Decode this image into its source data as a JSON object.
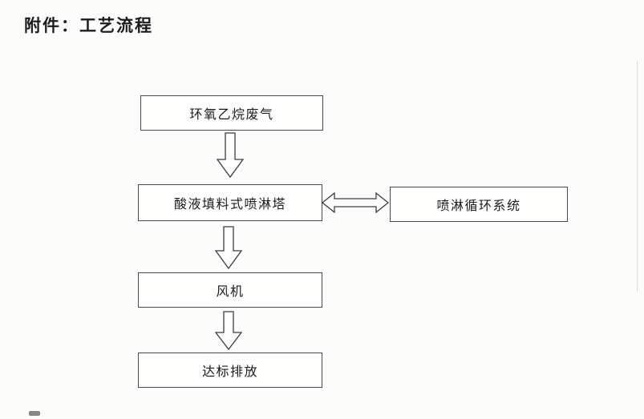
{
  "page": {
    "title": "附件：工艺流程"
  },
  "flowchart": {
    "nodes": [
      {
        "id": "waste-gas",
        "label": "环氧乙烷废气"
      },
      {
        "id": "spray-tower",
        "label": "酸液填料式喷淋塔"
      },
      {
        "id": "circulation",
        "label": "喷淋循环系统"
      },
      {
        "id": "fan",
        "label": "风机"
      },
      {
        "id": "discharge",
        "label": "达标排放"
      }
    ],
    "connections": [
      {
        "from": "waste-gas",
        "to": "spray-tower",
        "type": "down-block-arrow"
      },
      {
        "from": "spray-tower",
        "to": "circulation",
        "type": "horizontal-double-block-arrow"
      },
      {
        "from": "spray-tower",
        "to": "fan",
        "type": "down-block-arrow"
      },
      {
        "from": "fan",
        "to": "discharge",
        "type": "down-block-arrow"
      }
    ],
    "icons": {
      "down_arrow": "⇓",
      "double_arrow": "⇔"
    }
  }
}
